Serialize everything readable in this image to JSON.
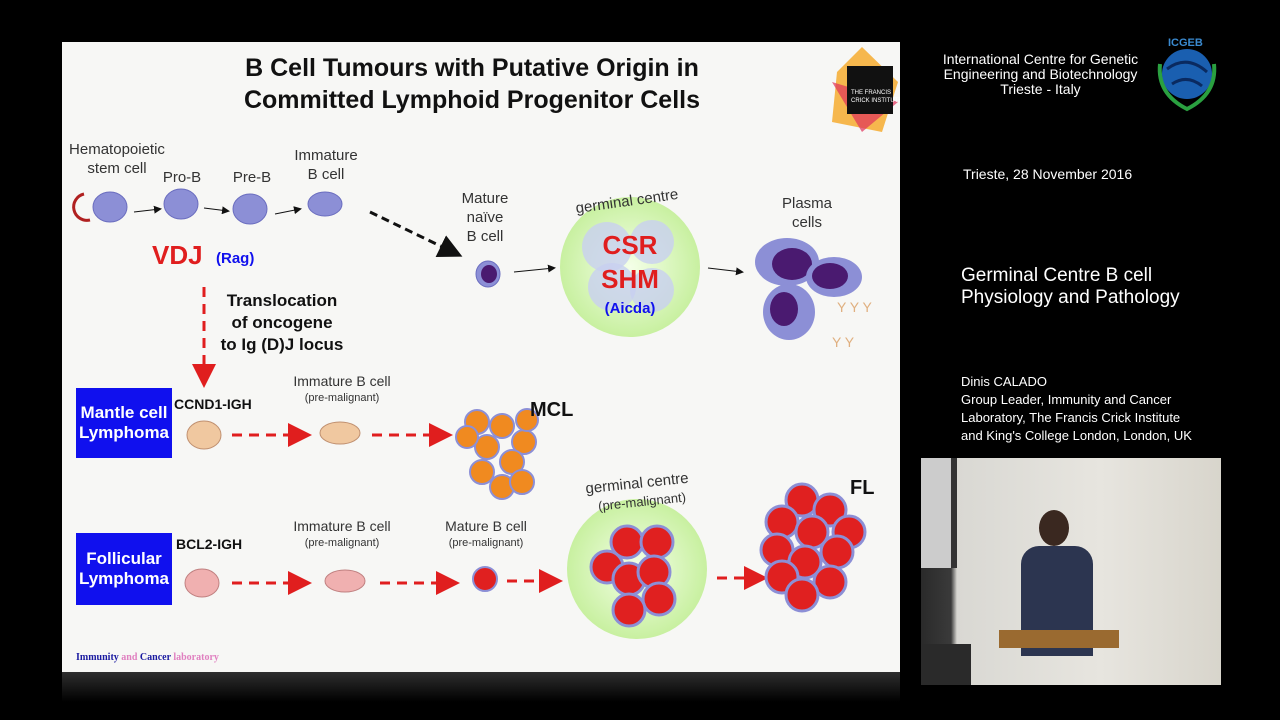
{
  "slide": {
    "title_line1": "B Cell Tumours with Putative Origin in",
    "title_line2": "Committed Lymphoid Progenitor Cells",
    "logo_text": "THE FRANCIS CRICK INSTITUTE",
    "stages": {
      "hsc_1": "Hematopoietic",
      "hsc_2": "stem cell",
      "pro_b": "Pro-B",
      "pre_b": "Pre-B",
      "immature_1": "Immature",
      "immature_2": "B cell",
      "mature_1": "Mature",
      "mature_2": "naïve",
      "mature_3": "B cell",
      "gc": "germinal centre",
      "csr": "CSR",
      "shm": "SHM",
      "aicda": "(Aicda)",
      "plasma_1": "Plasma",
      "plasma_2": "cells"
    },
    "vdj": "VDJ",
    "rag": "(Rag)",
    "translocation_1": "Translocation",
    "translocation_2": "of oncogene",
    "translocation_3": "to Ig (D)J locus",
    "mcl": {
      "box_1": "Mantle cell",
      "box_2": "Lymphoma",
      "gene": "CCND1-IGH",
      "immature": "Immature B cell",
      "premalignant": "(pre-malignant)",
      "label": "MCL"
    },
    "fl": {
      "box_1": "Follicular",
      "box_2": "Lymphoma",
      "gene": "BCL2-IGH",
      "immature": "Immature B cell",
      "immature_pre": "(pre-malignant)",
      "mature": "Mature B cell",
      "mature_pre": "(pre-malignant)",
      "gc": "germinal centre",
      "gc_pre": "(pre-malignant)",
      "label": "FL"
    },
    "footer": {
      "immunity": "Immunity",
      "and": "and",
      "cancer": "Cancer",
      "laboratory": "laboratory"
    }
  },
  "sidebar": {
    "org_1": "International Centre for Genetic",
    "org_2": "Engineering and Biotechnology",
    "org_3": "Trieste - Italy",
    "logo_text": "ICGEB",
    "date": "Trieste, 28 November 2016",
    "talk_1": "Germinal Centre B cell",
    "talk_2": "Physiology and Pathology",
    "speaker": "Dinis CALADO",
    "affil_1": "Group Leader, Immunity and Cancer",
    "affil_2": "Laboratory, The Francis Crick Institute",
    "affil_3": "and King's College London, London, UK"
  },
  "colors": {
    "red": "#e01e1e",
    "blue": "#1010ee",
    "cell": "#8c8fd6",
    "tumour": "#e02020",
    "mcl": "#f08a20"
  }
}
